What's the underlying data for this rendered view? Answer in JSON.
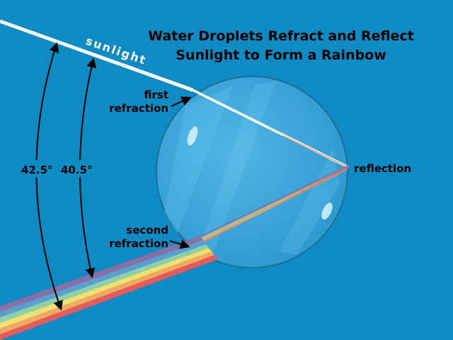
{
  "title_line1": "Water Droplets Refract and Reflect",
  "title_line2": "Sunlight to Form a Rainbow",
  "labels": {
    "sunlight": "sunlight",
    "first_refraction_1": "first",
    "first_refraction_2": "refraction",
    "second_refraction_1": "second",
    "second_refraction_2": "refraction",
    "reflection": "reflection",
    "angle_outer": "42.5°",
    "angle_inner": "40.5°"
  },
  "colors": {
    "background": "#0f8bc4",
    "droplet": "#3fa8dc",
    "droplet_edge": "#1b6f96",
    "sunlight": "#ffffff",
    "arrow": "#000000",
    "band_violet": "#8a6fa6",
    "band_blue": "#5a9fd0",
    "band_green": "#8fd0a8",
    "band_yellow": "#f0e070",
    "band_orange": "#f2a860",
    "band_red": "#e55a5a"
  }
}
